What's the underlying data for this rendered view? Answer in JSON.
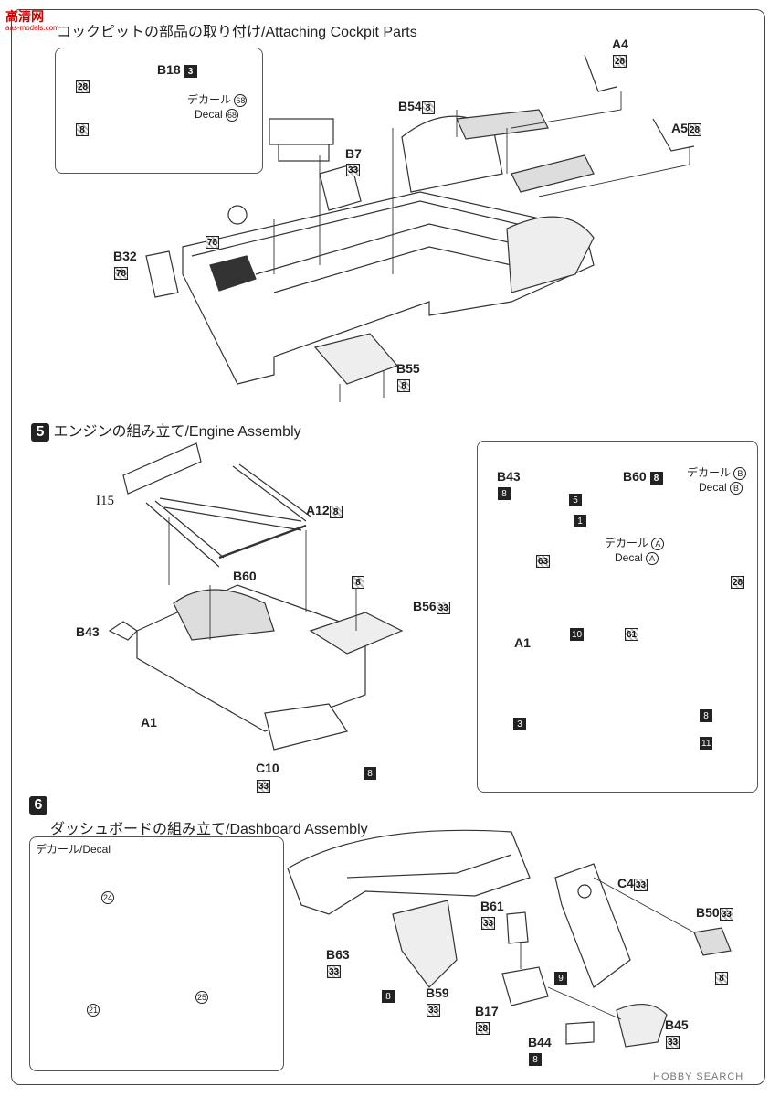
{
  "brand_logo": "高清网",
  "brand_sub": "aas-models.com",
  "sections": {
    "s4": {
      "title": "コックピットの部品の取り付け/Attaching Cockpit Parts"
    },
    "s5": {
      "num": "5",
      "title": "エンジンの組み立て/Engine Assembly"
    },
    "s6": {
      "num": "6",
      "title": "ダッシュボードの組み立て/Dashboard Assembly"
    }
  },
  "s4": {
    "b18": {
      "part": "B18",
      "color": "3"
    },
    "b18_c28": "28",
    "b18_c8": "8",
    "decal_jp": "デカール",
    "decal_en": "Decal",
    "decal_num": "68",
    "a4": {
      "part": "A4",
      "color": "28"
    },
    "a5": {
      "part": "A5",
      "color": "28"
    },
    "b54": {
      "part": "B54",
      "color": "8"
    },
    "b7": {
      "part": "B7",
      "color": "33"
    },
    "b32": {
      "part": "B32",
      "color": "78"
    },
    "c78": "78",
    "b55": {
      "part": "B55",
      "color": "8"
    }
  },
  "s5": {
    "i15": "I15",
    "a12": {
      "part": "A12",
      "color": "8"
    },
    "b60": "B60",
    "b56": {
      "part": "B56",
      "color": "33"
    },
    "b56_top": "8",
    "b43": "B43",
    "a1": "A1",
    "c10": {
      "part": "C10",
      "color": "33"
    },
    "c10_8": "8",
    "inset": {
      "b43": {
        "part": "B43",
        "c1": "8",
        "c2": "5",
        "c3": "1",
        "c4": "63"
      },
      "b60": {
        "part": "B60",
        "color": "8"
      },
      "decal_b_jp": "デカール",
      "decal_b_en": "Decal",
      "decal_b": "B",
      "decal_a_jp": "デカール",
      "decal_a_en": "Decal",
      "decal_a": "A",
      "c28": "28",
      "a1": "A1",
      "c10": "10",
      "c61": "61",
      "c3": "3",
      "c8": "8",
      "c11": "11"
    }
  },
  "s6": {
    "inset_title": "デカール/Decal",
    "d24": "24",
    "d21": "21",
    "d25": "25",
    "c4": {
      "part": "C4",
      "color": "33"
    },
    "b61": {
      "part": "B61",
      "color": "33"
    },
    "b50": {
      "part": "B50",
      "color": "33"
    },
    "b50_8": "8",
    "b63": {
      "part": "B63",
      "color": "33"
    },
    "b59": {
      "part": "B59",
      "color": "33"
    },
    "b59_8": "8",
    "b17": {
      "part": "B17",
      "color": "28"
    },
    "b17_9": "9",
    "b45": {
      "part": "B45",
      "color": "33"
    },
    "b44": {
      "part": "B44",
      "color": "8"
    }
  },
  "watermark": "HOBBY SEARCH"
}
